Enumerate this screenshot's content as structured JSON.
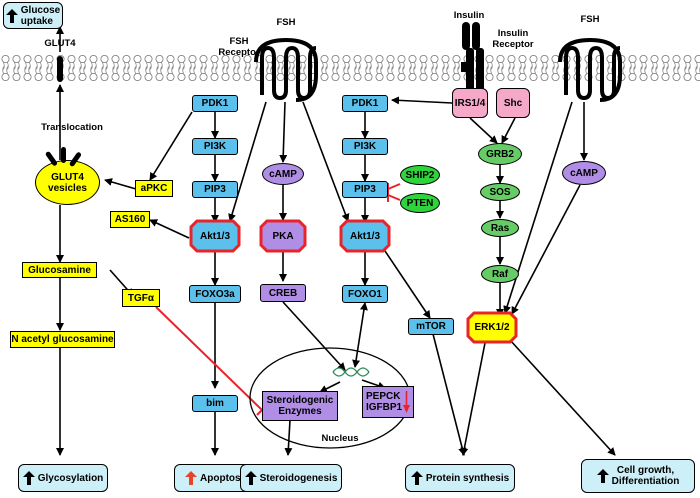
{
  "receptors": {
    "fsh_left": "FSH",
    "fsh_receptor": "FSH\nReceptor",
    "insulin": "Insulin",
    "insulin_receptor": "Insulin\nReceptor",
    "fsh_right": "FSH"
  },
  "left": {
    "glucose_uptake": "Glucose\nuptake",
    "glut4": "GLUT4",
    "translocation": "Translocation",
    "glut4_vesicles": "GLUT4\nvesicles",
    "apkc": "aPKC",
    "as160": "AS160",
    "glucosamine": "Glucosamine",
    "tgfa": "TGFα",
    "nacetyl": "N acetyl glucosamine",
    "glycosylation": "Glycosylation"
  },
  "pathway1": {
    "pdk1": "PDK1",
    "pi3k": "PI3K",
    "pip3": "PIP3",
    "akt": "Akt1/3",
    "foxo3a": "FOXO3a",
    "bim": "bim",
    "apoptosis": "Apoptosis"
  },
  "pathway2": {
    "camp": "cAMP",
    "pka": "PKA",
    "creb": "CREB",
    "steroidogenesis": "Steroidogenesis"
  },
  "pathway3": {
    "pdk1": "PDK1",
    "pi3k": "PI3K",
    "pip3": "PIP3",
    "ship2": "SHIP2",
    "pten": "PTEN",
    "akt": "Akt1/3",
    "foxo1": "FOXO1",
    "mtor": "mTOR",
    "protein_synthesis": "Protein synthesis"
  },
  "insulin_path": {
    "irs": "IRS1/4",
    "shc": "Shc",
    "grb2": "GRB2",
    "sos": "SOS",
    "ras": "Ras",
    "raf": "Raf",
    "erk": "ERK1/2"
  },
  "right": {
    "camp": "cAMP",
    "cell_growth": "Cell growth,\nDifferentiation"
  },
  "nucleus": {
    "label": "Nucleus",
    "steroidogenic": "Steroidogenic\nEnzymes",
    "pepck": "PEPCK\nIGFBP1"
  },
  "colors": {
    "blue": "#5bc0eb",
    "purple": "#b18ee6",
    "yellow": "#ffff00",
    "green": "#2fd33c",
    "red": "#e8242a",
    "outcome": "#cdeff7"
  }
}
